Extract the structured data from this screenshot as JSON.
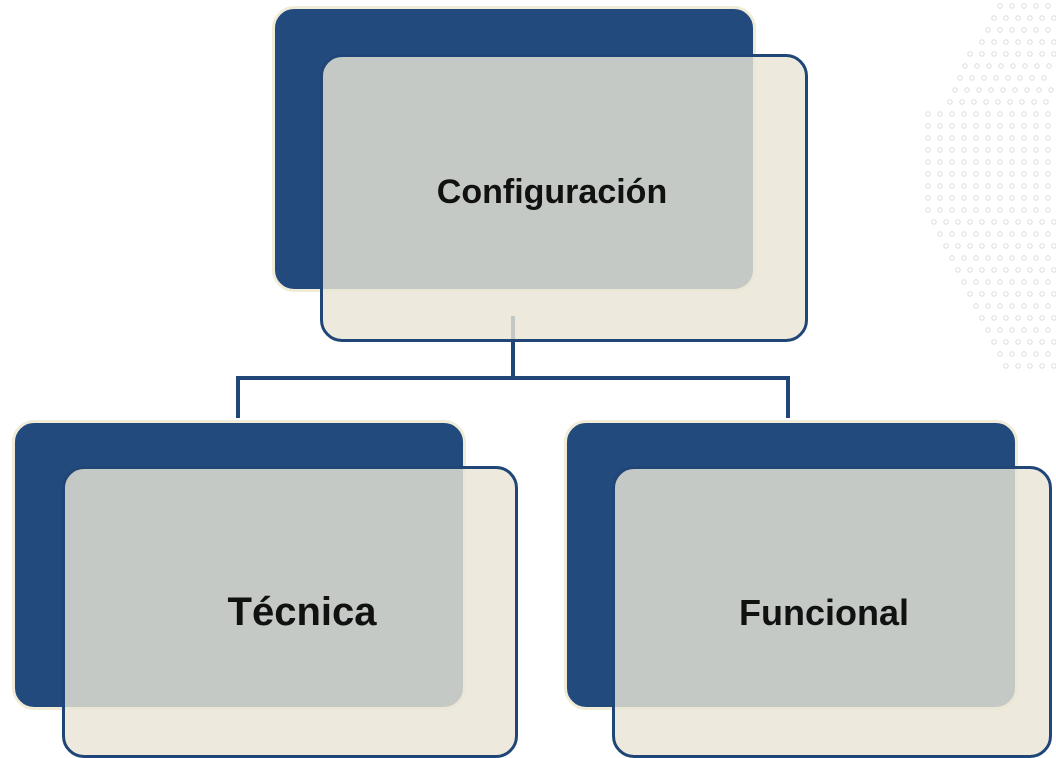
{
  "diagram": {
    "root": {
      "label": "Configuración"
    },
    "children": [
      {
        "label": "Técnica"
      },
      {
        "label": "Funcional"
      }
    ]
  },
  "colors": {
    "back_box": "#234a7d",
    "front_box": "#e9e5d6",
    "front_border": "#1f4677",
    "connector": "#1f4677",
    "dots": "#d9dde2"
  }
}
